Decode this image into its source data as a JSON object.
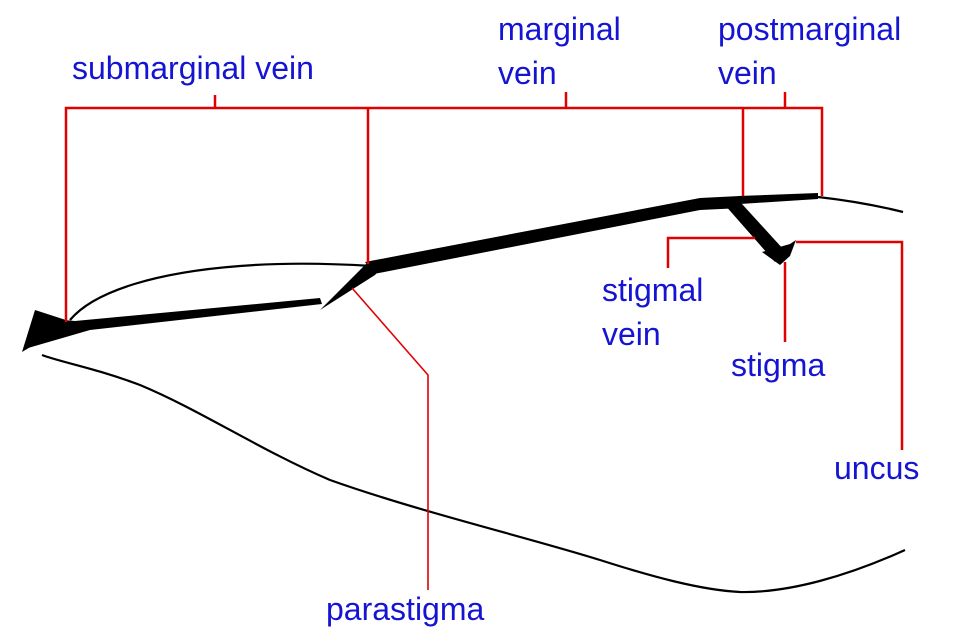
{
  "labels": {
    "submarginal_vein": "submarginal vein",
    "marginal_vein_line1": "marginal",
    "marginal_vein_line2": "vein",
    "postmarginal_vein_line1": "postmarginal",
    "postmarginal_vein_line2": "vein",
    "stigmal_vein_line1": "stigmal",
    "stigmal_vein_line2": "vein",
    "stigma": "stigma",
    "uncus": "uncus",
    "parastigma": "parastigma"
  },
  "colors": {
    "label_text": "#1414d2",
    "leader_lines": "#e10000",
    "wing": "#000000",
    "background": "#ffffff"
  }
}
